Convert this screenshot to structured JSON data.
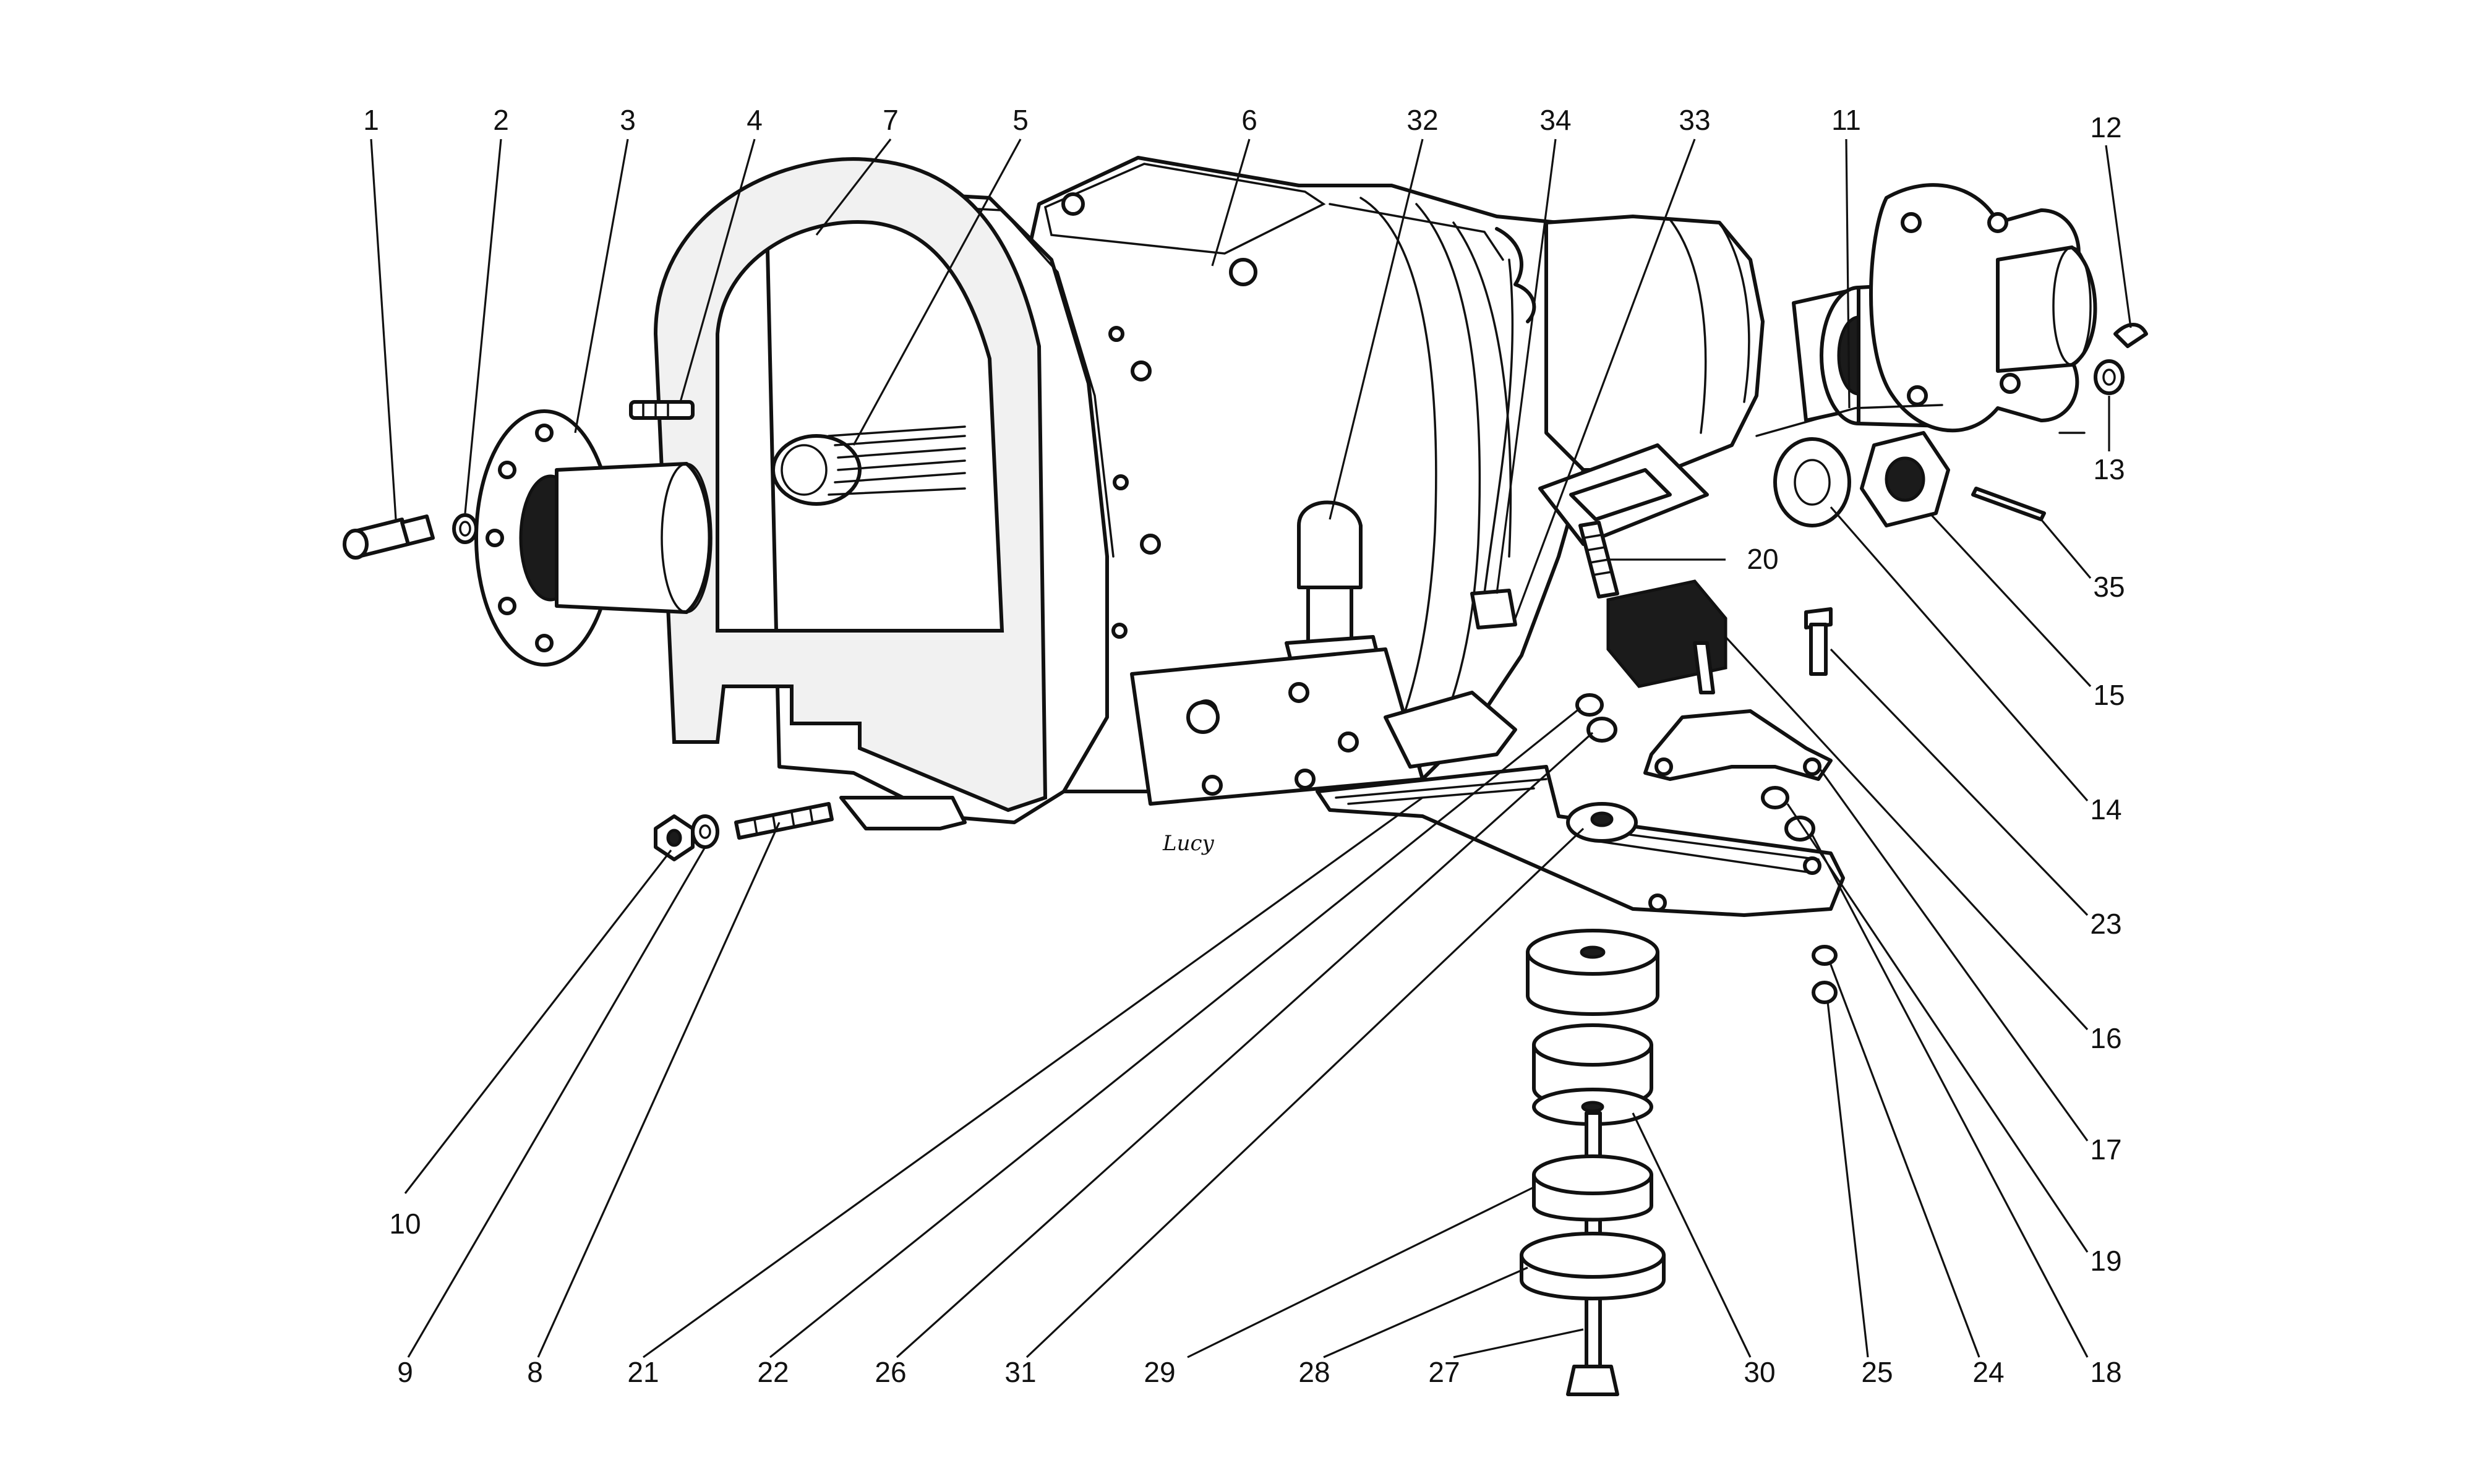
{
  "diagram": {
    "signature": "Lucy",
    "callouts": [
      {
        "id": "1",
        "label": "1"
      },
      {
        "id": "2",
        "label": "2"
      },
      {
        "id": "3",
        "label": "3"
      },
      {
        "id": "4",
        "label": "4"
      },
      {
        "id": "7",
        "label": "7"
      },
      {
        "id": "5",
        "label": "5"
      },
      {
        "id": "6",
        "label": "6"
      },
      {
        "id": "32",
        "label": "32"
      },
      {
        "id": "34",
        "label": "34"
      },
      {
        "id": "33",
        "label": "33"
      },
      {
        "id": "11",
        "label": "11"
      },
      {
        "id": "12",
        "label": "12"
      },
      {
        "id": "13",
        "label": "13"
      },
      {
        "id": "20",
        "label": "20"
      },
      {
        "id": "35",
        "label": "35"
      },
      {
        "id": "15",
        "label": "15"
      },
      {
        "id": "14",
        "label": "14"
      },
      {
        "id": "23",
        "label": "23"
      },
      {
        "id": "16",
        "label": "16"
      },
      {
        "id": "17",
        "label": "17"
      },
      {
        "id": "19",
        "label": "19"
      },
      {
        "id": "18",
        "label": "18"
      },
      {
        "id": "24",
        "label": "24"
      },
      {
        "id": "25",
        "label": "25"
      },
      {
        "id": "30",
        "label": "30"
      },
      {
        "id": "27",
        "label": "27"
      },
      {
        "id": "28",
        "label": "28"
      },
      {
        "id": "29",
        "label": "29"
      },
      {
        "id": "31",
        "label": "31"
      },
      {
        "id": "26",
        "label": "26"
      },
      {
        "id": "22",
        "label": "22"
      },
      {
        "id": "21",
        "label": "21"
      },
      {
        "id": "8",
        "label": "8"
      },
      {
        "id": "9",
        "label": "9"
      },
      {
        "id": "10",
        "label": "10"
      }
    ]
  }
}
